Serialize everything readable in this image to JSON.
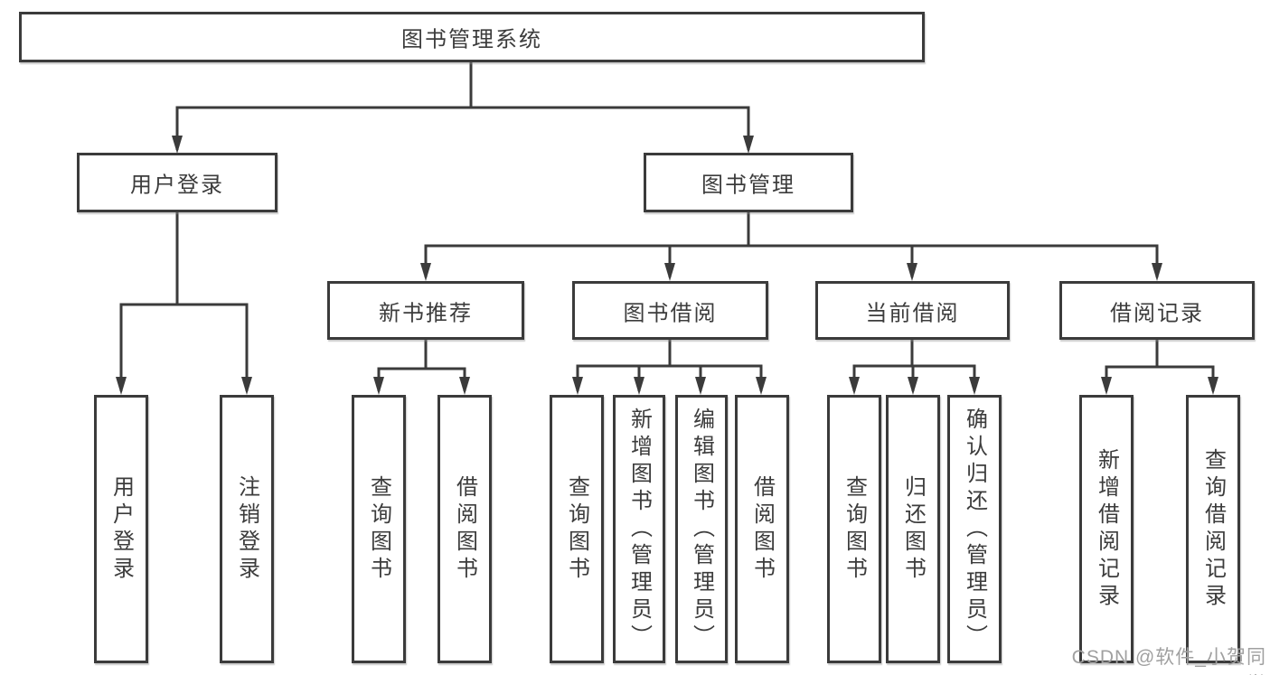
{
  "diagram": {
    "title": "图书管理系统",
    "type": "hierarchy-tree",
    "colors": {
      "background": "#ffffff",
      "line": "#3b3b3b",
      "box_border": "#3b3b3b",
      "text": "#3c3c3c",
      "watermark": "#a0a0a0"
    },
    "nodes": {
      "root": {
        "label": "图书管理系统"
      },
      "user_login": {
        "label": "用户登录"
      },
      "book_mgmt": {
        "label": "图书管理"
      },
      "new_book_rec": {
        "label": "新书推荐"
      },
      "book_borrow": {
        "label": "图书借阅"
      },
      "current_borrow": {
        "label": "当前借阅"
      },
      "borrow_record": {
        "label": "借阅记录"
      },
      "login_user": {
        "label": "用户登录"
      },
      "login_logout": {
        "label": "注销登录"
      },
      "rec_query_book": {
        "label": "查询图书"
      },
      "rec_borrow_book": {
        "label": "借阅图书"
      },
      "bor_query_book": {
        "label": "查询图书"
      },
      "bor_add_book": {
        "label": "新增图书（管理员）"
      },
      "bor_edit_book": {
        "label": "编辑图书（管理员）"
      },
      "bor_borrow_book": {
        "label": "借阅图书"
      },
      "cur_query_book": {
        "label": "查询图书"
      },
      "cur_return_book": {
        "label": "归还图书"
      },
      "cur_confirm_return": {
        "label": "确认归还（管理员）"
      },
      "rcd_add_record": {
        "label": "新增借阅记录"
      },
      "rcd_query_record": {
        "label": "查询借阅记录"
      }
    },
    "edges": [
      {
        "from": "root",
        "to": "user_login"
      },
      {
        "from": "root",
        "to": "book_mgmt"
      },
      {
        "from": "user_login",
        "to": "login_user"
      },
      {
        "from": "user_login",
        "to": "login_logout"
      },
      {
        "from": "book_mgmt",
        "to": "new_book_rec"
      },
      {
        "from": "book_mgmt",
        "to": "book_borrow"
      },
      {
        "from": "book_mgmt",
        "to": "current_borrow"
      },
      {
        "from": "book_mgmt",
        "to": "borrow_record"
      },
      {
        "from": "new_book_rec",
        "to": "rec_query_book"
      },
      {
        "from": "new_book_rec",
        "to": "rec_borrow_book"
      },
      {
        "from": "book_borrow",
        "to": "bor_query_book"
      },
      {
        "from": "book_borrow",
        "to": "bor_add_book"
      },
      {
        "from": "book_borrow",
        "to": "bor_edit_book"
      },
      {
        "from": "book_borrow",
        "to": "bor_borrow_book"
      },
      {
        "from": "current_borrow",
        "to": "cur_query_book"
      },
      {
        "from": "current_borrow",
        "to": "cur_return_book"
      },
      {
        "from": "current_borrow",
        "to": "cur_confirm_return"
      },
      {
        "from": "borrow_record",
        "to": "rcd_add_record"
      },
      {
        "from": "borrow_record",
        "to": "rcd_query_record"
      }
    ],
    "watermark": "CSDN @软件_小贺同学"
  }
}
